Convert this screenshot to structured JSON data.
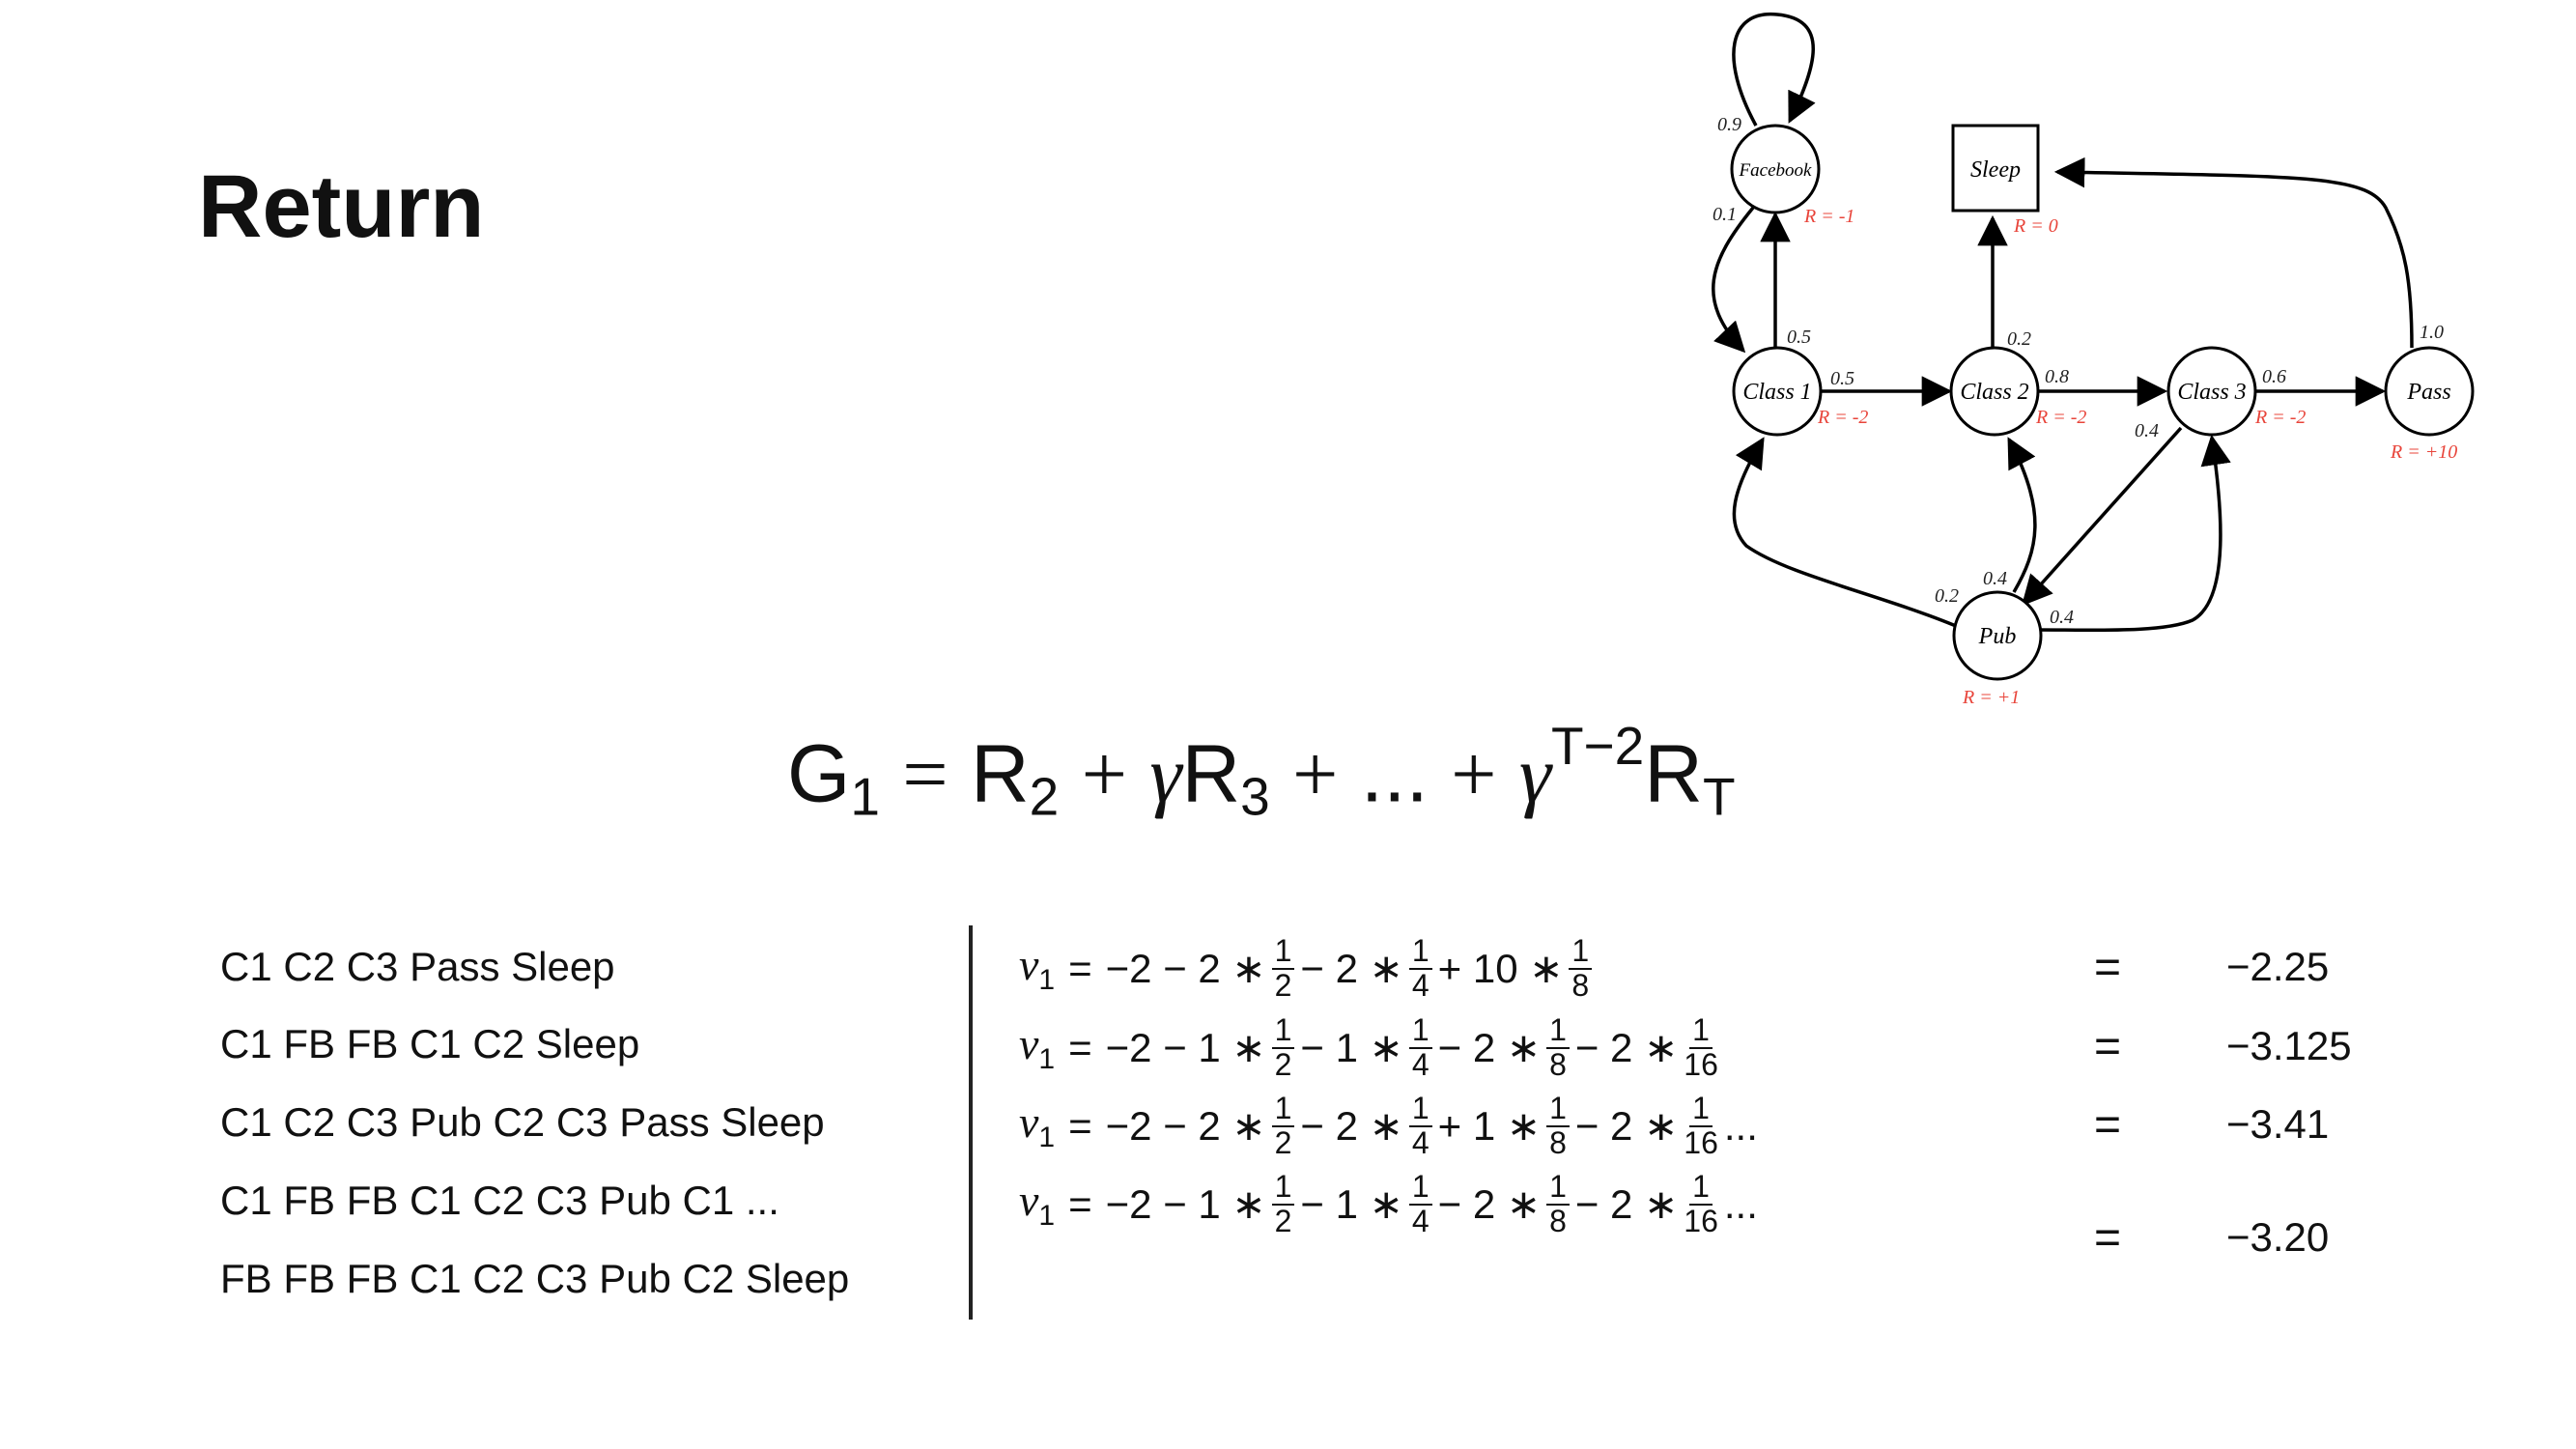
{
  "title": "Return",
  "main_equation": {
    "lhs": "G",
    "lhs_sub": "1",
    "eq": "=",
    "t1": "R",
    "t1_sub": "2",
    "plus1": "+",
    "gamma1": "γ",
    "t2": "R",
    "t2_sub": "3",
    "plus2": "+",
    "dots": "...",
    "plus3": "+",
    "gamma2": "γ",
    "exp": "T−2",
    "t3": "R",
    "t3_sub": "T"
  },
  "diagram": {
    "states": [
      {
        "id": "facebook",
        "label": "Facebook",
        "reward": "R = -1",
        "shape": "circle"
      },
      {
        "id": "sleep",
        "label": "Sleep",
        "reward": "R = 0",
        "shape": "square"
      },
      {
        "id": "class1",
        "label": "Class 1",
        "reward": "R = -2",
        "shape": "circle"
      },
      {
        "id": "class2",
        "label": "Class 2",
        "reward": "R = -2",
        "shape": "circle"
      },
      {
        "id": "class3",
        "label": "Class 3",
        "reward": "R = -2",
        "shape": "circle"
      },
      {
        "id": "pass",
        "label": "Pass",
        "reward": "R = +10",
        "shape": "circle"
      },
      {
        "id": "pub",
        "label": "Pub",
        "reward": "R = +1",
        "shape": "circle"
      }
    ],
    "transitions": [
      {
        "from": "facebook",
        "to": "facebook",
        "p": "0.9"
      },
      {
        "from": "facebook",
        "to": "class1",
        "p": "0.1"
      },
      {
        "from": "class1",
        "to": "facebook",
        "p": "0.5"
      },
      {
        "from": "class1",
        "to": "class2",
        "p": "0.5"
      },
      {
        "from": "class2",
        "to": "sleep",
        "p": "0.2"
      },
      {
        "from": "class2",
        "to": "class3",
        "p": "0.8"
      },
      {
        "from": "class3",
        "to": "pass",
        "p": "0.6"
      },
      {
        "from": "class3",
        "to": "pub",
        "p": "0.4"
      },
      {
        "from": "pass",
        "to": "sleep",
        "p": "1.0"
      },
      {
        "from": "pub",
        "to": "class1",
        "p": "0.2"
      },
      {
        "from": "pub",
        "to": "class2",
        "p": "0.4"
      },
      {
        "from": "pub",
        "to": "class3",
        "p": "0.4"
      }
    ],
    "reward_color": "#e8443a"
  },
  "episodes": [
    "C1 C2 C3 Pass Sleep",
    "C1 FB FB C1 C2 Sleep",
    "C1 C2 C3 Pub C2 C3 Pass Sleep",
    "C1 FB FB C1 C2 C3 Pub C1 ...",
    "FB FB FB C1 C2 C3 Pub C2 Sleep"
  ],
  "formulas": [
    {
      "v": "v",
      "v_sub": "1",
      "eq": "=",
      "p1": "−2 − 2 ∗",
      "f1n": "1",
      "f1d": "2",
      "p2": "− 2 ∗",
      "f2n": "1",
      "f2d": "4",
      "p3": "+ 10 ∗",
      "f3n": "1",
      "f3d": "8",
      "result_eq": "=",
      "result": "−2.25"
    },
    {
      "v": "v",
      "v_sub": "1",
      "eq": "=",
      "p1": "−2 − 1 ∗",
      "f1n": "1",
      "f1d": "2",
      "p2": "− 1 ∗",
      "f2n": "1",
      "f2d": "4",
      "p3": "− 2 ∗",
      "f3n": "1",
      "f3d": "8",
      "p4": "− 2 ∗",
      "f4n": "1",
      "f4d": "16",
      "result_eq": "=",
      "result": "−3.125"
    },
    {
      "v": "v",
      "v_sub": "1",
      "eq": "=",
      "p1": "−2 − 2 ∗",
      "f1n": "1",
      "f1d": "2",
      "p2": "− 2 ∗",
      "f2n": "1",
      "f2d": "4",
      "p3": "+ 1 ∗",
      "f3n": "1",
      "f3d": "8",
      "p4": "− 2 ∗",
      "f4n": "1",
      "f4d": "16",
      "tail": "...",
      "result_eq": "=",
      "result": "−3.41"
    },
    {
      "v": "v",
      "v_sub": "1",
      "eq": "=",
      "p1": "−2 − 1 ∗",
      "f1n": "1",
      "f1d": "2",
      "p2": "− 1 ∗",
      "f2n": "1",
      "f2d": "4",
      "p3": "− 2 ∗",
      "f3n": "1",
      "f3d": "8",
      "p4": "− 2 ∗",
      "f4n": "1",
      "f4d": "16",
      "tail": "...",
      "result_eq": "=",
      "result": "−3.20"
    }
  ]
}
